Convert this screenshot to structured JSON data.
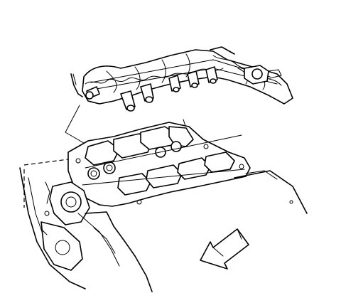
{
  "figure": {
    "parts": [
      {
        "id": "fuel-rail",
        "icon": "fuel-rail-injector-assembly-icon"
      },
      {
        "id": "intake-manifold-lower",
        "icon": "intake-manifold-icon"
      },
      {
        "id": "engine-block",
        "icon": "engine-block-icon"
      },
      {
        "id": "direction-arrow",
        "icon": "arrow-left-down-icon"
      }
    ],
    "colors": {
      "line": "#000000",
      "background": "#ffffff"
    }
  }
}
